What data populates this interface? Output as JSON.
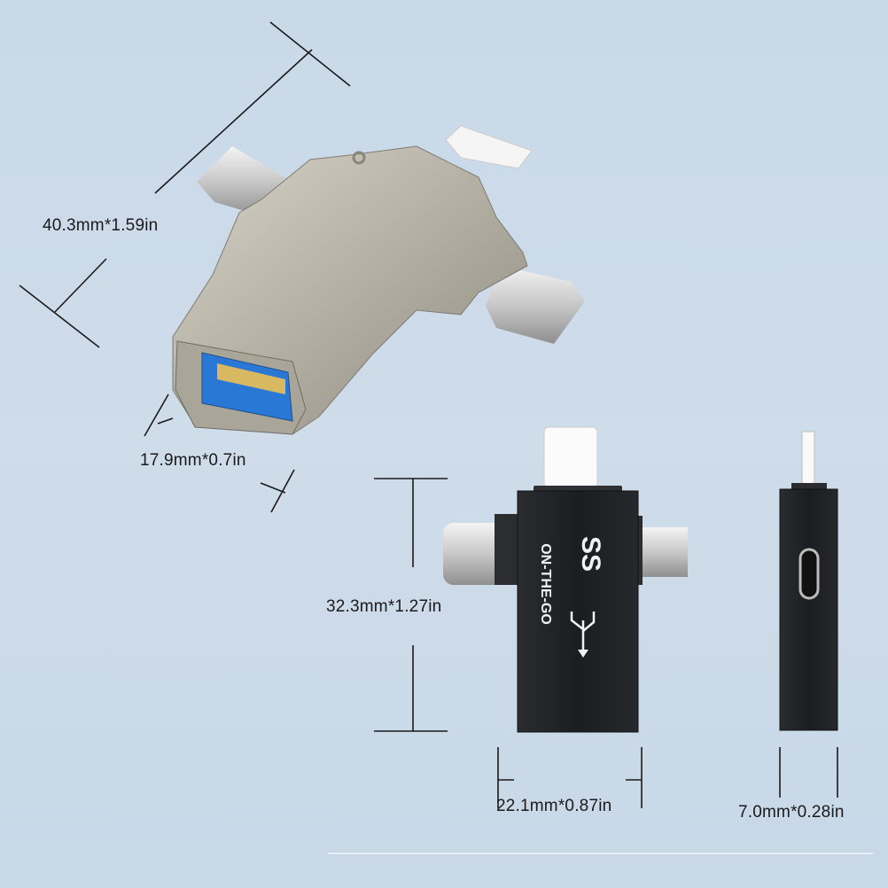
{
  "dimensions": {
    "length": "40.3mm*1.59in",
    "usb_port_width": "17.9mm*0.7in",
    "height": "32.3mm*1.27in",
    "width": "22.1mm*0.87in",
    "thickness": "7.0mm*0.28in"
  },
  "logo": {
    "ss": "SS",
    "otg": "ON-THE-GO"
  },
  "colors": {
    "background": "#cddbe9",
    "metal": "#b9b6ab",
    "black_body": "#1e2024",
    "usb_blue": "#2a78d6",
    "lines": "#1a1a1a"
  }
}
